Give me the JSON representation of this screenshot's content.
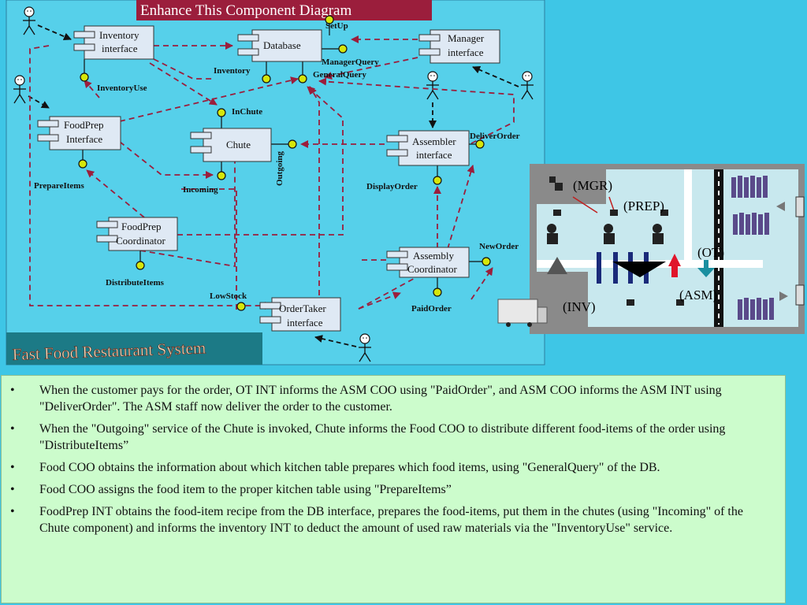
{
  "slide_title": "Enhance This Component Diagram",
  "system_title": "Fast Food Restaurant System",
  "components": {
    "inventory_interface": [
      "Inventory",
      "interface"
    ],
    "database": [
      "Database"
    ],
    "manager_interface": [
      "Manager",
      "interface"
    ],
    "foodprep_interface": [
      "FoodPrep",
      "Interface"
    ],
    "chute": [
      "Chute"
    ],
    "assembler_interface": [
      "Assembler",
      "interface"
    ],
    "foodprep_coordinator": [
      "FoodPrep",
      "Coordinator"
    ],
    "assembly_coordinator": [
      "Assembly",
      "Coordinator"
    ],
    "ordertaker_interface": [
      "OrderTaker",
      "interface"
    ]
  },
  "interfaces": {
    "setup": "SetUp",
    "manager_query": "ManagerQuery",
    "general_query": "GeneralQuery",
    "inventory": "Inventory",
    "inventory_use": "InventoryUse",
    "in_chute": "InChute",
    "outgoing": "Outgoing",
    "incoming": "Incoming",
    "prepare_items": "PrepareItems",
    "deliver_order": "DeliverOrder",
    "display_order": "DisplayOrder",
    "distribute_items": "DistributeItems",
    "new_order": "NewOrder",
    "low_stock": "LowStock",
    "paid_order": "PaidOrder"
  },
  "restaurant_labels": {
    "mgr": "(MGR)",
    "prep": "(PREP)",
    "ot": "(OT)",
    "asm": "(ASM)",
    "inv": "(INV)"
  },
  "notes": [
    "When the customer pays for the order, OT INT informs the ASM COO using \"PaidOrder\", and ASM COO  informs the ASM INT using \"DeliverOrder\". The ASM staff now deliver the order to the customer.",
    "When the \"Outgoing\" service of the Chute is invoked, Chute informs the Food COO to distribute different    food-items of the order using \"DistributeItems”",
    "Food COO obtains the information about which kitchen table prepares which food items, using \"GeneralQuery\" of the DB.",
    "Food COO assigns the food item to the proper kitchen table using \"PrepareItems”",
    "FoodPrep INT obtains the food-item recipe from the DB interface, prepares the food-items, put them in the chutes   (using \"Incoming\" of the Chute component) and informs the inventory INT to deduct the amount of used raw materials   via the \"InventoryUse\" service."
  ],
  "colors": {
    "background": "#3ec6e6",
    "diagram_bg": "#56d0ea",
    "dependency_line": "#9b1e3c",
    "interface_ball": "#d6e60a",
    "title_bar": "#9b1e3c",
    "notes_bg": "#ccfccc"
  }
}
